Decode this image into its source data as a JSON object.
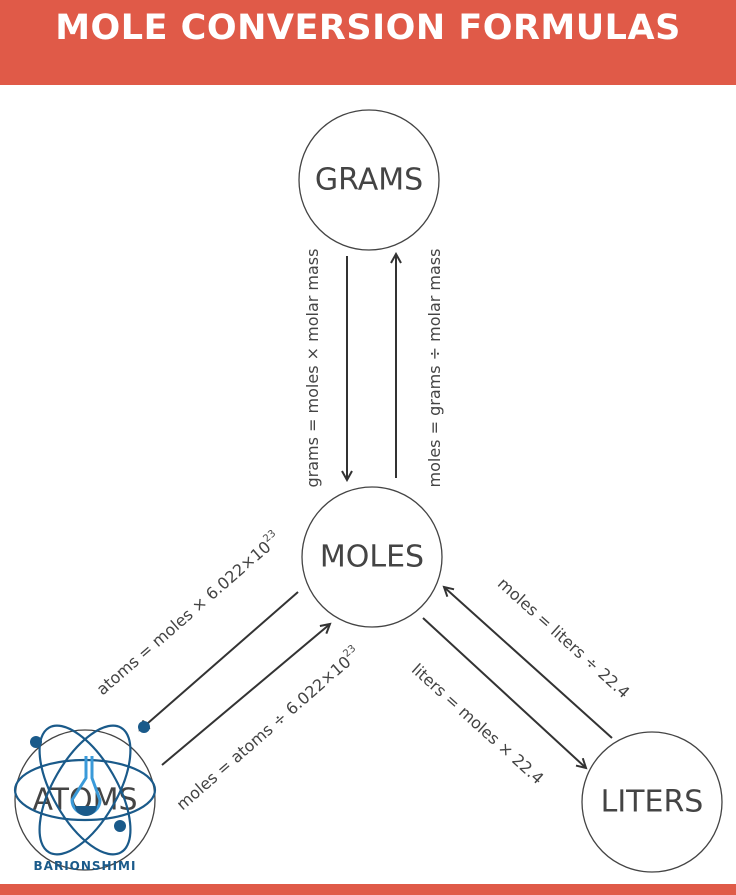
{
  "title": "MOLE CONVERSION FORMULAS",
  "nodes": {
    "grams": "GRAMS",
    "moles": "MOLES",
    "atoms": "ATOMS",
    "liters": "LITERS"
  },
  "formulas": {
    "grams_from_moles": "grams = moles × molar mass",
    "moles_from_grams": "moles = grams ÷ molar mass",
    "atoms_from_moles": "atoms = moles × 6.022×10",
    "atoms_from_moles_exp": "23",
    "moles_from_atoms": "moles = atoms ÷ 6.022×10",
    "moles_from_atoms_exp": "23",
    "liters_from_moles": "liters = moles × 22.4",
    "moles_from_liters": "moles = liters ÷ 22.4"
  },
  "watermark": {
    "text": "BARIONSHIMI",
    "color": "#1a5a8a",
    "accent": "#3a9ad9"
  },
  "colors": {
    "header": "#e05a48",
    "text": "#444444"
  }
}
